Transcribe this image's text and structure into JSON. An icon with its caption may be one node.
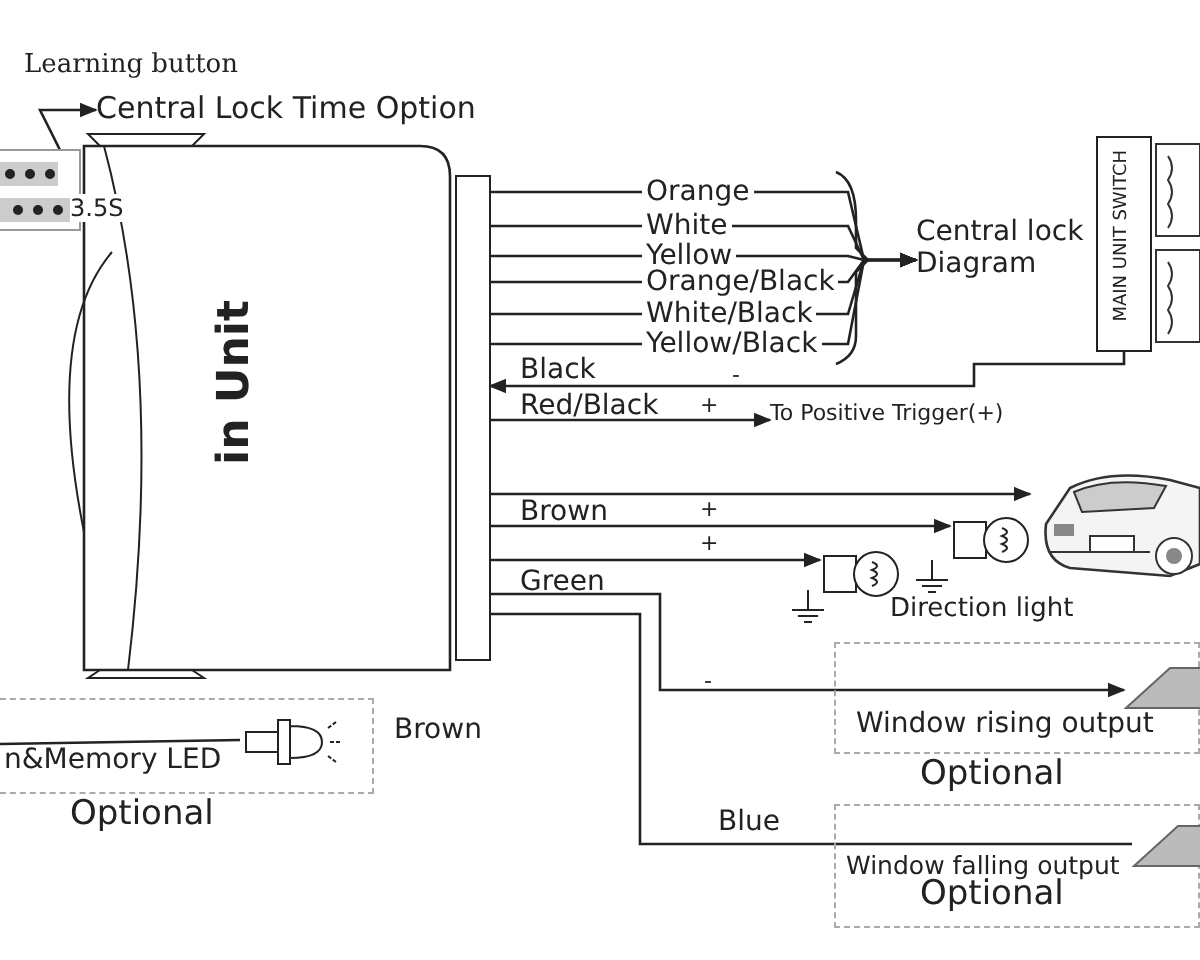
{
  "diagram": {
    "nodes": [
      {
        "text": [
          "in Unit"
        ]
      },
      {
        "text": [
          "Central lock Diagram"
        ]
      },
      {
        "text": [
          "MAIN UNIT SWITCH"
        ]
      },
      {
        "text": [],
        "shape": "picture"
      },
      {
        "text": [],
        "shape": "picture"
      },
      {
        "text": [],
        "shape": "picture"
      },
      {
        "text": [
          "Window rising output"
        ],
        "beside": [
          "Optional"
        ]
      },
      {
        "text": [
          "Window falling output"
        ],
        "beside": [
          "Optional"
        ]
      },
      {
        "text": [],
        "shape": "picture",
        "in": 6
      },
      {
        "text": [],
        "shape": "picture",
        "in": 7
      },
      {
        "text": [
          "n&Memory LED"
        ],
        "beside": [
          "Optional"
        ]
      },
      {
        "text": [],
        "shape": "picture",
        "in": 10
      },
      {
        "text": [],
        "shape": "box",
        "beside": [
          "3.5S"
        ]
      },
      {
        "text": [
          "Central Lock Time Option"
        ]
      },
      {
        "text": [
          "To Positive Trigger(+)"
        ]
      }
    ],
    "edges": [
      {
        "from": 0,
        "to": 1,
        "arrow": "to",
        "label": "Orange"
      },
      {
        "from": 0,
        "to": 1,
        "arrow": "to",
        "label": "White"
      },
      {
        "from": 0,
        "to": 1,
        "arrow": "to",
        "label": "Yellow"
      },
      {
        "from": 0,
        "to": 1,
        "arrow": "to",
        "label": "Orange/Black"
      },
      {
        "from": 0,
        "to": 1,
        "arrow": "to",
        "label": "White/Black"
      },
      {
        "from": 0,
        "to": 1,
        "arrow": "to",
        "label": "Yellow/Black"
      },
      {
        "from": 2,
        "to": 0,
        "arrow": "to",
        "label": "Black"
      },
      {
        "from": 0,
        "to": 14,
        "arrow": "to",
        "label": "Red/Black"
      },
      {
        "from": 0,
        "to": 3,
        "arrow": "to"
      },
      {
        "from": 0,
        "to": 4,
        "arrow": "to",
        "label": "Brown"
      },
      {
        "from": 0,
        "to": 5,
        "arrow": "to"
      },
      {
        "from": 0,
        "to": 8,
        "arrow": "to",
        "label": "Green"
      },
      {
        "from": 0,
        "to": 9,
        "arrow": "none",
        "label": "Blue"
      },
      {
        "from": null,
        "to": 11,
        "arrow": "none"
      },
      {
        "from": 12,
        "to": 13,
        "arrow": "to"
      }
    ],
    "labels": [
      "Learning button",
      "-",
      "+",
      "+",
      "+",
      "Direction light",
      "-",
      "Brown"
    ]
  }
}
